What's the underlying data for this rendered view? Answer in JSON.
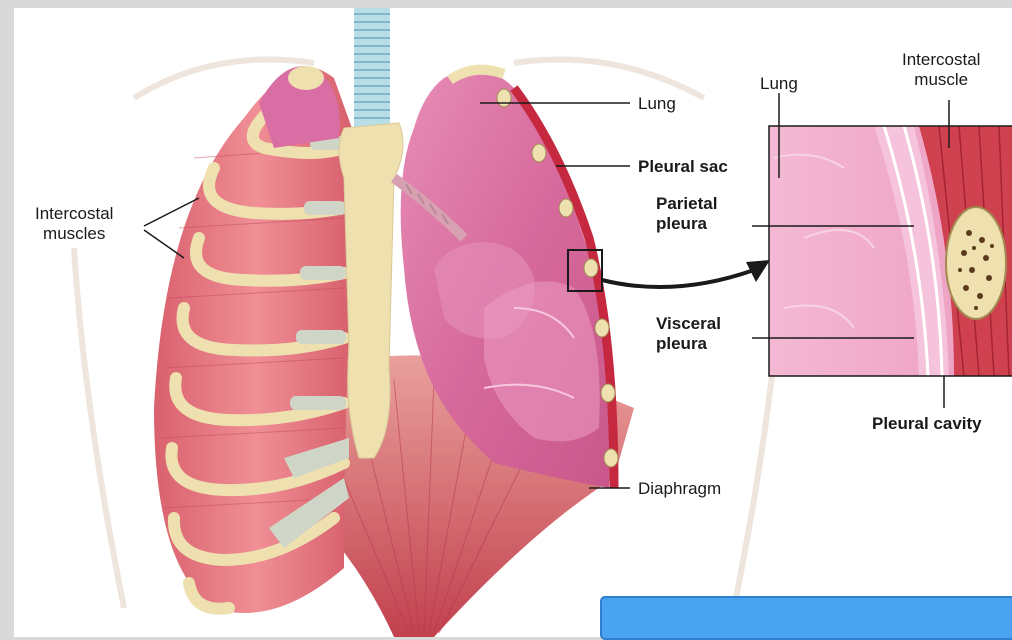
{
  "labels": {
    "intercostal_muscles_line1": "Intercostal",
    "intercostal_muscles_line2": "muscles",
    "lung": "Lung",
    "pleural_sac": "Pleural sac",
    "parietal_pleura_line1": "Parietal",
    "parietal_pleura_line2": "pleura",
    "visceral_pleura_line1": "Visceral",
    "visceral_pleura_line2": "pleura",
    "diaphragm": "Diaphragm",
    "inset_lung": "Lung",
    "inset_intercostal_line1": "Intercostal",
    "inset_intercostal_line2": "muscle",
    "pleural_cavity": "Pleural cavity"
  },
  "colors": {
    "lung": "#e07aa8",
    "muscle": "#e26d78",
    "bone": "#efe0b0",
    "cartilage": "#cfd6c8",
    "accent_bar": "#4aa3f0"
  }
}
